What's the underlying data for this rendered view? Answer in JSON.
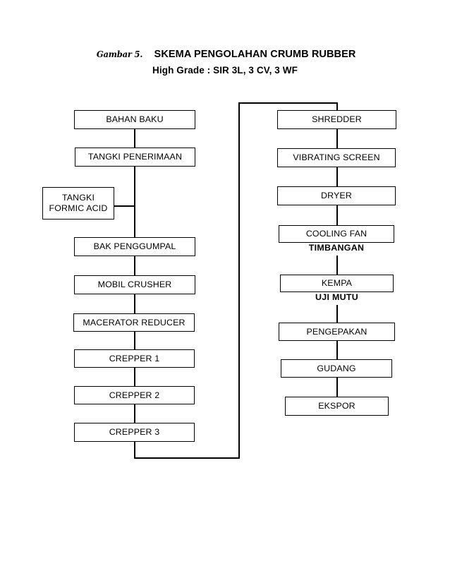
{
  "title": {
    "figure_label": "Gambar 5.",
    "main": "SKEMA PENGOLAHAN CRUMB RUBBER",
    "subtitle": "High Grade : SIR 3L, 3 CV, 3 WF"
  },
  "chart_data": {
    "type": "diagram",
    "diagram_kind": "process-flowchart",
    "title": "SKEMA PENGOLAHAN CRUMB RUBBER",
    "subtitle": "High Grade : SIR 3L, 3 CV, 3 WF",
    "columns": 2,
    "nodes": [
      {
        "id": "bahan_baku",
        "label": "BAHAN BAKU",
        "column": "left",
        "order": 1
      },
      {
        "id": "tangki_penerimaan",
        "label": "TANGKI PENERIMAAN",
        "column": "left",
        "order": 2
      },
      {
        "id": "tangki_formic",
        "label": "TANGKI\nFORMIC ACID",
        "column": "left-side",
        "order": 3
      },
      {
        "id": "bak_penggumpal",
        "label": "BAK PENGGUMPAL",
        "column": "left",
        "order": 4
      },
      {
        "id": "mobil_crusher",
        "label": "MOBIL CRUSHER",
        "column": "left",
        "order": 5
      },
      {
        "id": "macerator_reducer",
        "label": "MACERATOR REDUCER",
        "column": "left",
        "order": 6
      },
      {
        "id": "crepper1",
        "label": "CREPPER 1",
        "column": "left",
        "order": 7
      },
      {
        "id": "crepper2",
        "label": "CREPPER 2",
        "column": "left",
        "order": 8
      },
      {
        "id": "crepper3",
        "label": "CREPPER 3",
        "column": "left",
        "order": 9
      },
      {
        "id": "shredder",
        "label": "SHREDDER",
        "column": "right",
        "order": 10
      },
      {
        "id": "vibrating_screen",
        "label": "VIBRATING SCREEN",
        "column": "right",
        "order": 11
      },
      {
        "id": "dryer",
        "label": "DRYER",
        "column": "right",
        "order": 12
      },
      {
        "id": "cooling_fan",
        "label": "COOLING FAN",
        "column": "right",
        "order": 13,
        "annotation": "TIMBANGAN"
      },
      {
        "id": "kempa",
        "label": "KEMPA",
        "column": "right",
        "order": 14,
        "annotation": "UJI MUTU"
      },
      {
        "id": "pengepakan",
        "label": "PENGEPAKAN",
        "column": "right",
        "order": 15
      },
      {
        "id": "gudang",
        "label": "GUDANG",
        "column": "right",
        "order": 16
      },
      {
        "id": "ekspor",
        "label": "EKSPOR",
        "column": "right",
        "order": 17
      }
    ],
    "edges": [
      {
        "from": "bahan_baku",
        "to": "tangki_penerimaan"
      },
      {
        "from": "tangki_penerimaan",
        "to": "bak_penggumpal"
      },
      {
        "from": "tangki_formic",
        "to": "bak_penggumpal"
      },
      {
        "from": "bak_penggumpal",
        "to": "mobil_crusher"
      },
      {
        "from": "mobil_crusher",
        "to": "macerator_reducer"
      },
      {
        "from": "macerator_reducer",
        "to": "crepper1"
      },
      {
        "from": "crepper1",
        "to": "crepper2"
      },
      {
        "from": "crepper2",
        "to": "crepper3"
      },
      {
        "from": "crepper3",
        "to": "shredder"
      },
      {
        "from": "shredder",
        "to": "vibrating_screen"
      },
      {
        "from": "vibrating_screen",
        "to": "dryer"
      },
      {
        "from": "dryer",
        "to": "cooling_fan"
      },
      {
        "from": "cooling_fan",
        "to": "kempa"
      },
      {
        "from": "kempa",
        "to": "pengepakan"
      },
      {
        "from": "pengepakan",
        "to": "gudang"
      },
      {
        "from": "gudang",
        "to": "ekspor"
      }
    ],
    "annotations": [
      {
        "id": "timbangan",
        "text": "TIMBANGAN",
        "attached_to": "cooling_fan"
      },
      {
        "id": "uji_mutu",
        "text": "UJI MUTU",
        "attached_to": "kempa"
      }
    ],
    "colors": {
      "background": "#ffffff",
      "stroke": "#000000",
      "text": "#000000"
    }
  },
  "boxes": {
    "bahan_baku": {
      "label": "BAHAN BAKU"
    },
    "tangki_penerimaan": {
      "label": "TANGKI PENERIMAAN"
    },
    "tangki_formic_line1": {
      "label": "TANGKI"
    },
    "tangki_formic_line2": {
      "label": "FORMIC ACID"
    },
    "bak_penggumpal": {
      "label": "BAK PENGGUMPAL"
    },
    "mobil_crusher": {
      "label": "MOBIL CRUSHER"
    },
    "macerator_reducer": {
      "label": "MACERATOR REDUCER"
    },
    "crepper1": {
      "label": "CREPPER 1"
    },
    "crepper2": {
      "label": "CREPPER 2"
    },
    "crepper3": {
      "label": "CREPPER 3"
    },
    "shredder": {
      "label": "SHREDDER"
    },
    "vibrating_screen": {
      "label": "VIBRATING SCREEN"
    },
    "dryer": {
      "label": "DRYER"
    },
    "cooling_fan": {
      "label": "COOLING FAN"
    },
    "kempa": {
      "label": "KEMPA"
    },
    "pengepakan": {
      "label": "PENGEPAKAN"
    },
    "gudang": {
      "label": "GUDANG"
    },
    "ekspor": {
      "label": "EKSPOR"
    }
  },
  "annotations": {
    "timbangan": "TIMBANGAN",
    "uji_mutu": "UJI MUTU"
  }
}
